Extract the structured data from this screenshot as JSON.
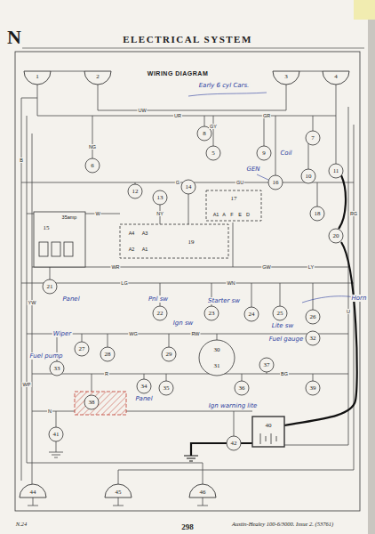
{
  "diagram": {
    "title": "ELECTRICAL SYSTEM",
    "labels": [
      "N",
      "WIRING DIAGRAM",
      "Early 6 cyl Cars.",
      "1",
      "2",
      "3",
      "4",
      "5",
      "6",
      "7",
      "8",
      "9",
      "10",
      "11",
      "12",
      "13",
      "14",
      "15",
      "16",
      "17",
      "18",
      "19",
      "20",
      "21",
      "22",
      "23",
      "24",
      "25",
      "26",
      "27",
      "28",
      "29",
      "30",
      "31",
      "32",
      "33",
      "34",
      "35",
      "36",
      "37",
      "38",
      "39",
      "40",
      "41",
      "42",
      "44",
      "45",
      "46",
      "GEN",
      "Coil",
      "Panel",
      "Wiper",
      "Fuel pump",
      "Pnl sw",
      "Ign sw",
      "Starter sw",
      "Lite sw",
      "Fuel gauge",
      "Panel",
      "Ign warning lite",
      "Horn",
      "35amp",
      "A4",
      "A3",
      "A2",
      "A1",
      "A1",
      "A",
      "F",
      "E",
      "D",
      "UR",
      "UW",
      "GR",
      "RG",
      "B",
      "G",
      "W",
      "NG",
      "GU",
      "GY",
      "WR",
      "GW",
      "LG",
      "WN",
      "YW",
      "WP",
      "RW",
      "WG",
      "BG",
      "N",
      "U",
      "R",
      "NY",
      "LY",
      "N.24",
      "298",
      "Austin-Healey 100-6/3000. Issue 2.  (53761)"
    ]
  }
}
